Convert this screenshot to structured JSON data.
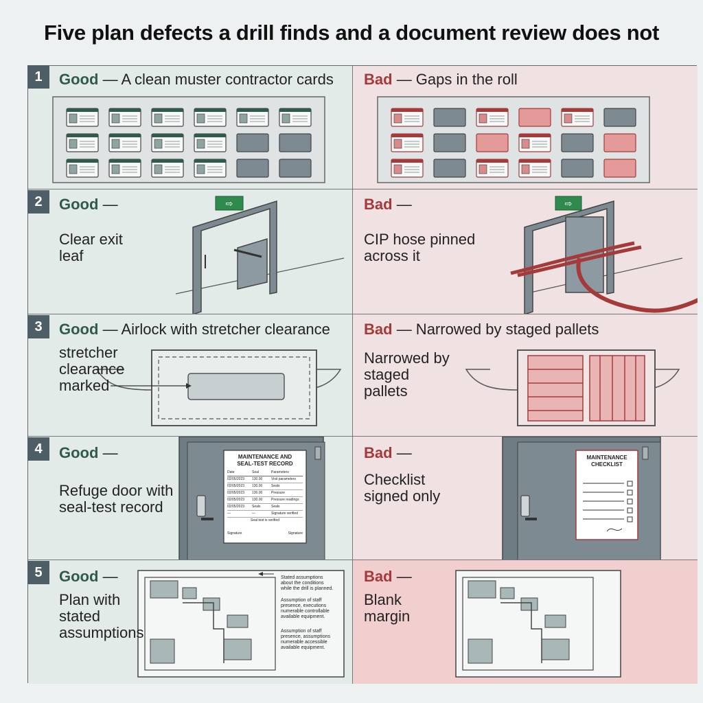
{
  "title": "Five plan defects a drill finds and a document review does not",
  "colors": {
    "good_accent": "#2f5a4c",
    "bad_accent": "#a43a3a",
    "good_bg": "#e3ebe8",
    "bad_bg": "#f0e2e2",
    "number_bg": "#4e5e66"
  },
  "rows": [
    {
      "number": "1",
      "good": {
        "label": "Good",
        "text": "— A clean muster contractor cards"
      },
      "bad": {
        "label": "Bad",
        "text": "— Gaps in the roll"
      }
    },
    {
      "number": "2",
      "good": {
        "label": "Good",
        "text": "—",
        "caption": "Clear exit\nleaf"
      },
      "bad": {
        "label": "Bad",
        "text": "—",
        "caption": "CIP hose pinned\nacross it"
      }
    },
    {
      "number": "3",
      "good": {
        "label": "Good",
        "text": "— Airlock with stretcher clearance",
        "caption": "stretcher\nclearance\nmarked"
      },
      "bad": {
        "label": "Bad",
        "text": "— Narrowed by staged pallets",
        "caption": "Narrowed by\nstaged\npallets"
      }
    },
    {
      "number": "4",
      "good": {
        "label": "Good",
        "text": "—",
        "caption": "Refuge door with\nseal-test record",
        "record": {
          "title_1": "MAINTENANCE AND",
          "title_2": "SEAL-TEST RECORD",
          "col_1": "Date",
          "col_2": "Seal",
          "col_3": "Parameters",
          "rows": [
            [
              "02/05/2023",
              "130.00",
              "Visit parameters"
            ],
            [
              "02/05/2023",
              "130.00",
              "Seals"
            ],
            [
              "02/05/2023",
              "130.00",
              "Pressure"
            ],
            [
              "02/05/2023",
              "130.00",
              "Pressure readings"
            ],
            [
              "02/05/2023",
              "Seals",
              "Seals"
            ],
            [
              "—",
              "—",
              "Signature verified"
            ]
          ],
          "footer": "Seal test is verified",
          "sig_label_1": "Signature",
          "sig_label_2": "Signature"
        }
      },
      "bad": {
        "label": "Bad",
        "text": "—",
        "caption": "Checklist\nsigned only",
        "checklist": {
          "title_1": "MAINTENANCE",
          "title_2": "CHECKLIST"
        }
      }
    },
    {
      "number": "5",
      "good": {
        "label": "Good",
        "text": "—",
        "caption": "Plan with\nstated\nassumptions",
        "assumptions": {
          "heading": "Stated assumptions\nabout the conditions\nwhile the drill is planned.",
          "bullet_1": "Assumption of staff\npresence, executions\nnumerable controllable\navailable equipment.",
          "bullet_2": "Assumption of staff\npresence, assumptions\nnumerable accessible\navailable equipment."
        }
      },
      "bad": {
        "label": "Bad",
        "text": "—",
        "caption": "Blank\nmargin"
      }
    }
  ]
}
